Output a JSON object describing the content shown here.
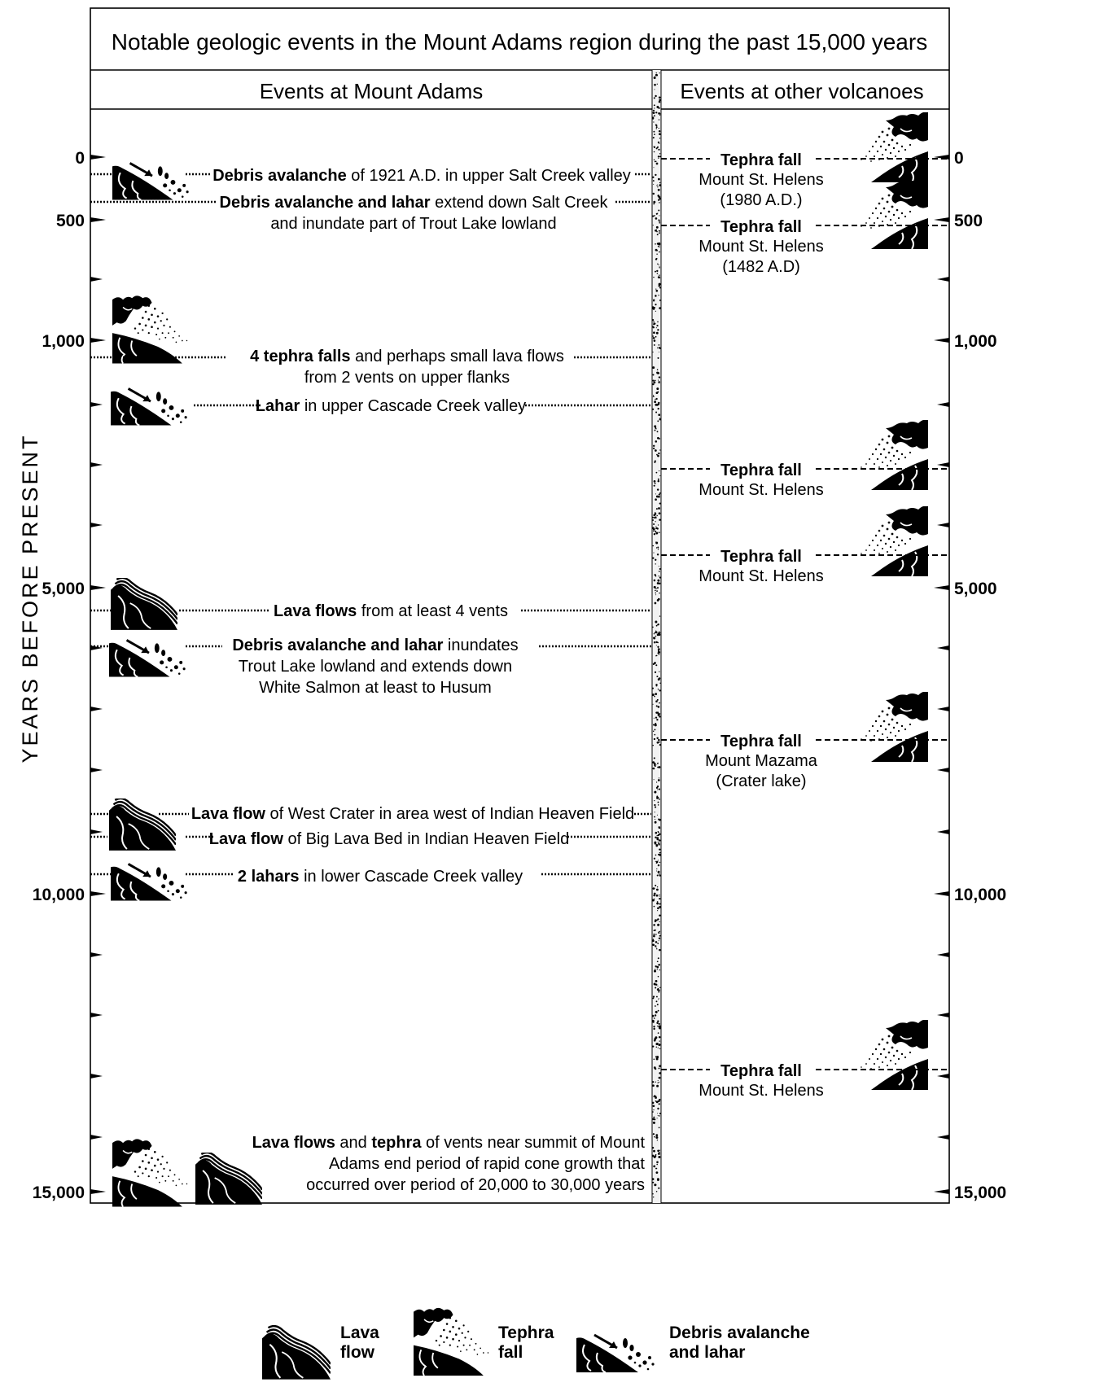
{
  "title": "Notable geologic events in the Mount Adams region during the past 15,000 years",
  "left_header": "Events at Mount Adams",
  "right_header": "Events at other volcanoes",
  "y_axis_label": "YEARS BEFORE PRESENT",
  "y_axis": {
    "min": 0,
    "max": 15000,
    "direction": "down",
    "minor_tick_every": 1000
  },
  "tick_labels": [
    {
      "value": 0,
      "label": "0"
    },
    {
      "value": 500,
      "label": "500"
    },
    {
      "value": 1000,
      "label": "1,000"
    },
    {
      "value": 5000,
      "label": "5,000"
    },
    {
      "value": 10000,
      "label": "10,000"
    },
    {
      "value": 15000,
      "label": "15,000"
    }
  ],
  "mount_adams_events": [
    {
      "lines": [
        [
          {
            "t": "Debris avalanche",
            "b": true
          },
          {
            "t": " of 1921 A.D. in upper Salt Creek valley",
            "b": false
          }
        ]
      ],
      "icons": [
        "debris-avalanche"
      ]
    },
    {
      "lines": [
        [
          {
            "t": "Debris avalanche and lahar",
            "b": true
          },
          {
            "t": " extend down Salt Creek",
            "b": false
          }
        ],
        [
          {
            "t": "and inundate part of Trout Lake lowland",
            "b": false
          }
        ]
      ],
      "icons": []
    },
    {
      "lines": [
        [
          {
            "t": "4 tephra falls",
            "b": true
          },
          {
            "t": " and perhaps small lava flows",
            "b": false
          }
        ],
        [
          {
            "t": "from 2 vents on upper flanks",
            "b": false
          }
        ]
      ],
      "icons": [
        "tephra-fall"
      ]
    },
    {
      "lines": [
        [
          {
            "t": "Lahar",
            "b": true
          },
          {
            "t": " in upper Cascade Creek valley",
            "b": false
          }
        ]
      ],
      "icons": [
        "debris-avalanche"
      ]
    },
    {
      "lines": [
        [
          {
            "t": "Lava flows",
            "b": true
          },
          {
            "t": " from at least 4 vents",
            "b": false
          }
        ]
      ],
      "icons": [
        "lava-flow"
      ]
    },
    {
      "lines": [
        [
          {
            "t": "Debris avalanche and lahar",
            "b": true
          },
          {
            "t": " inundates",
            "b": false
          }
        ],
        [
          {
            "t": "Trout Lake lowland and extends down",
            "b": false
          }
        ],
        [
          {
            "t": "White Salmon at least to Husum",
            "b": false
          }
        ]
      ],
      "icons": [
        "debris-avalanche"
      ]
    },
    {
      "lines": [
        [
          {
            "t": "Lava flow",
            "b": true
          },
          {
            "t": " of West Crater in area west of Indian Heaven Field",
            "b": false
          }
        ]
      ],
      "icons": [
        "lava-flow"
      ]
    },
    {
      "lines": [
        [
          {
            "t": "Lava flow",
            "b": true
          },
          {
            "t": " of Big Lava Bed in Indian Heaven Field",
            "b": false
          }
        ]
      ],
      "icons": []
    },
    {
      "lines": [
        [
          {
            "t": "2 lahars",
            "b": true
          },
          {
            "t": " in lower Cascade Creek valley",
            "b": false
          }
        ]
      ],
      "icons": [
        "debris-avalanche"
      ]
    },
    {
      "lines": [
        [
          {
            "t": "Lava flows",
            "b": true
          },
          {
            "t": " and ",
            "b": false
          },
          {
            "t": "tephra",
            "b": true
          },
          {
            "t": " of vents near summit of Mount",
            "b": false
          }
        ],
        [
          {
            "t": "Adams end period of rapid cone growth that",
            "b": false
          }
        ],
        [
          {
            "t": "occurred over  period of 20,000 to 30,000 years",
            "b": false
          }
        ]
      ],
      "icons": [
        "tephra-fall",
        "lava-flow"
      ]
    }
  ],
  "other_volcano_events": [
    {
      "title": "Tephra fall",
      "lines": [
        "Mount St. Helens",
        "(1980 A.D.)"
      ]
    },
    {
      "title": "Tephra fall",
      "lines": [
        "Mount St. Helens",
        "(1482 A.D)"
      ]
    },
    {
      "title": "Tephra fall",
      "lines": [
        "Mount St. Helens"
      ]
    },
    {
      "title": "Tephra fall",
      "lines": [
        "Mount St. Helens"
      ]
    },
    {
      "title": "Tephra fall",
      "lines": [
        "Mount Mazama",
        "(Crater lake)"
      ]
    },
    {
      "title": "Tephra fall",
      "lines": [
        "Mount St. Helens"
      ]
    }
  ],
  "legend": [
    {
      "icon": "lava-flow",
      "lines": [
        "Lava",
        "flow"
      ]
    },
    {
      "icon": "tephra-fall",
      "lines": [
        "Tephra",
        "fall"
      ]
    },
    {
      "icon": "debris-avalanche",
      "lines": [
        "Debris avalanche",
        "and lahar"
      ]
    }
  ]
}
